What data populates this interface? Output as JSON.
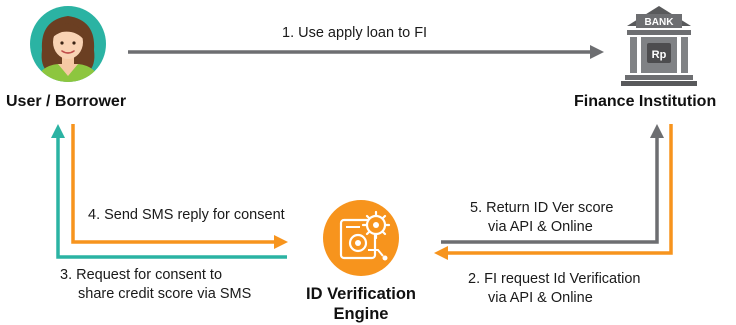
{
  "nodes": {
    "user": {
      "label": "User / Borrower",
      "icon": "user-avatar-icon"
    },
    "bank": {
      "label": "Finance Institution",
      "icon": "bank-icon",
      "sign_text": "BANK",
      "currency_text": "Rp"
    },
    "engine": {
      "label_line1": "ID Verification",
      "label_line2": "Engine",
      "icon": "gear-engine-icon"
    }
  },
  "steps": {
    "s1": "1. Use apply loan to FI",
    "s2_line1": "2. FI request Id Verification",
    "s2_line2": "via API & Online",
    "s3_line1": "3. Request for consent to",
    "s3_line2": "share credit score via SMS",
    "s4": "4. Send SMS reply for consent",
    "s5_line1": "5. Return ID Ver score",
    "s5_line2": "via API & Online"
  },
  "colors": {
    "gray_arrow": "#6d6e71",
    "orange_arrow": "#f7941d",
    "teal_arrow": "#2bb3a3",
    "avatar_bg": "#2bb3a3",
    "engine_orange": "#f7941d"
  }
}
